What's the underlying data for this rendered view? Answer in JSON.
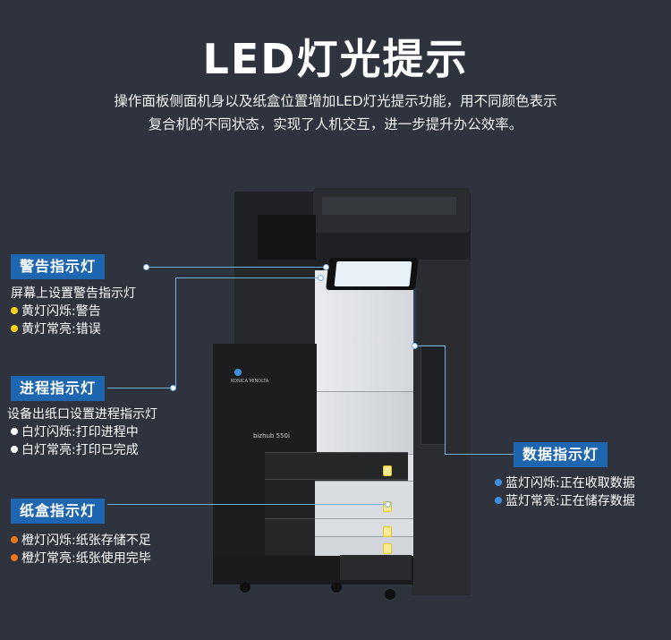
{
  "title": "LED灯光提示",
  "subtitle_lines": [
    "操作面板侧面机身以及纸盒位置增加LED灯光提示功能，用不同颜色表示",
    "复合机的不同状态，实现了人机交互，进一步提升办公效率。"
  ],
  "warning": {
    "tag": "警告指示灯",
    "desc": "屏幕上设置警告指示灯",
    "items": [
      "黄灯闪烁:警告",
      "黄灯常亮:错误"
    ],
    "color": "#f2d21b"
  },
  "progress": {
    "tag": "进程指示灯",
    "desc": "设备出纸口设置进程指示灯",
    "items": [
      "白灯闪烁:打印进程中",
      "白灯常亮:打印已完成"
    ],
    "color": "#ffffff"
  },
  "tray": {
    "tag": "纸盒指示灯",
    "items": [
      "橙灯闪烁:纸张存储不足",
      "橙灯常亮:纸张使用完毕"
    ],
    "color": "#e8751a"
  },
  "data": {
    "tag": "数据指示灯",
    "items": [
      "蓝灯闪烁:正在收取数据",
      "蓝灯常亮:正在储存数据"
    ],
    "color": "#3f8fe0"
  },
  "printer": {
    "model_label": "bizhub 550i",
    "brand_label": "KONICA MINOLTA"
  }
}
